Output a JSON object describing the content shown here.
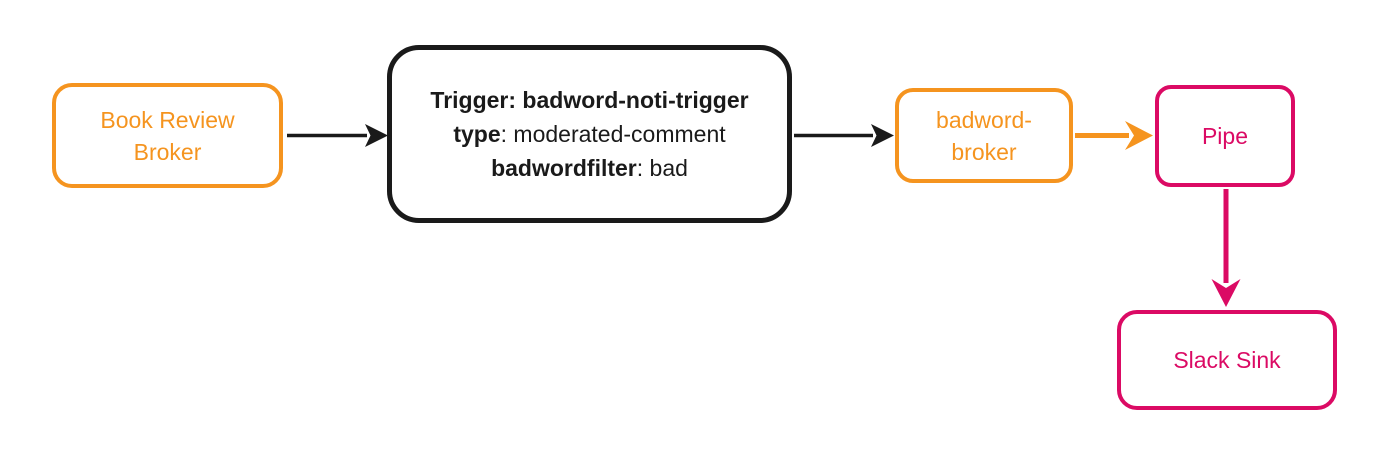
{
  "diagram": {
    "nodes": {
      "book_review_broker": {
        "label": "Book Review Broker"
      },
      "trigger": {
        "line1": "Trigger: badword-noti-trigger",
        "line2_key": "type",
        "line2_value": ": moderated-comment",
        "line3_key": "badwordfilter",
        "line3_value": ": bad"
      },
      "badword_broker": {
        "label": "badword-broker"
      },
      "pipe": {
        "label": "Pipe"
      },
      "slack_sink": {
        "label": "Slack Sink"
      }
    },
    "edges": [
      {
        "from": "book_review_broker",
        "to": "trigger",
        "color": "#1A1A1A"
      },
      {
        "from": "trigger",
        "to": "badword_broker",
        "color": "#1A1A1A"
      },
      {
        "from": "badword_broker",
        "to": "pipe",
        "color": "#F5941F"
      },
      {
        "from": "pipe",
        "to": "slack_sink",
        "color": "#DB0A64"
      }
    ],
    "colors": {
      "orange": "#F5941F",
      "pink": "#DB0A64",
      "black": "#1A1A1A",
      "background": "#FFFFFF"
    }
  }
}
